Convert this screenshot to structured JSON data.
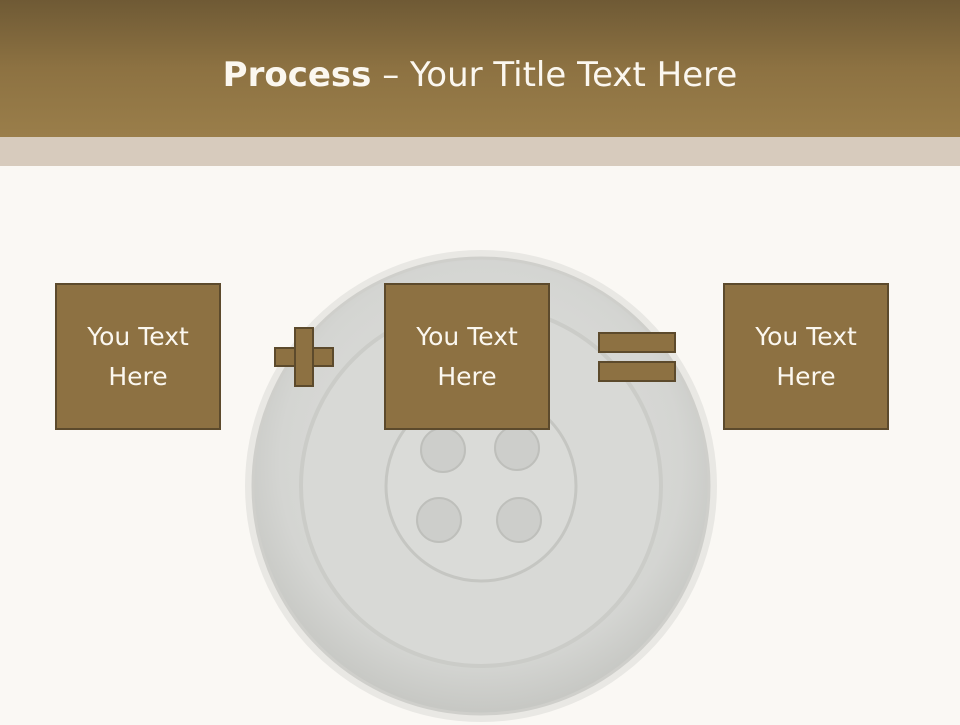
{
  "slide": {
    "title_bold": "Process",
    "title_dash": " – ",
    "title_rest": "Your Title Text Here"
  },
  "process": {
    "box1": "You Text\nHere",
    "operator1": "plus-icon",
    "box2": "You Text\nHere",
    "operator2": "equals-icon",
    "box3": "You Text\nHere"
  },
  "colors": {
    "header_top": "#6f5a35",
    "header_bottom": "#9a7e4a",
    "stripe": "#d7cbbd",
    "box_fill": "#8d7142",
    "box_border": "#5c4a2c",
    "background": "#faf8f4"
  }
}
